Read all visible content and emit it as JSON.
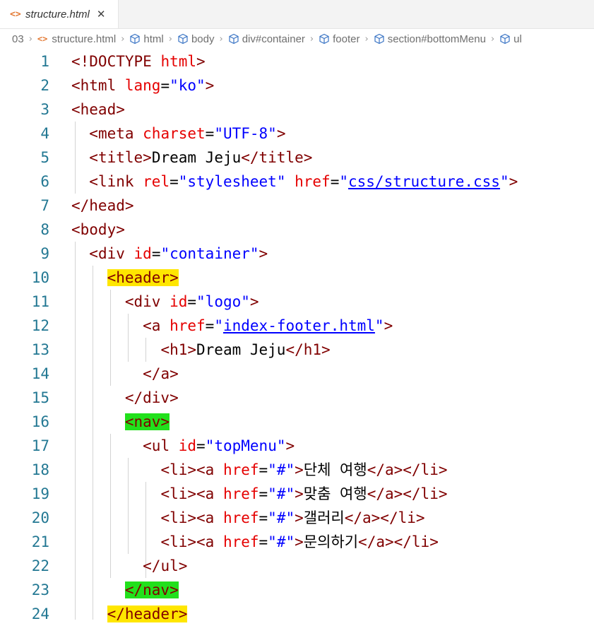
{
  "tab": {
    "title": "structure.html",
    "icon": "html-file-icon",
    "close_glyph": "✕"
  },
  "breadcrumb": {
    "items": [
      "03",
      "structure.html",
      "html",
      "body",
      "div#container",
      "footer",
      "section#bottomMenu",
      "ul"
    ]
  },
  "editor": {
    "line_numbers": [
      "1",
      "2",
      "3",
      "4",
      "5",
      "6",
      "7",
      "8",
      "9",
      "10",
      "11",
      "12",
      "13",
      "14",
      "15",
      "16",
      "17",
      "18",
      "19",
      "20",
      "21",
      "22",
      "23",
      "24"
    ],
    "lines": {
      "l1": {
        "p1": "<!DOCTYPE ",
        "p2": "html",
        "p3": ">"
      },
      "l2": {
        "p1": "<html",
        "p2": " lang",
        "p3": "=",
        "p4": "\"ko\"",
        "p5": ">"
      },
      "l3": {
        "p1": "<head>"
      },
      "l4": {
        "p1": "<meta",
        "p2": " charset",
        "p3": "=",
        "p4": "\"UTF-8\"",
        "p5": ">"
      },
      "l5": {
        "p1": "<title>",
        "p2": "Dream Jeju",
        "p3": "</title>"
      },
      "l6": {
        "p1": "<link",
        "p2": " rel",
        "p3": "=",
        "p4": "\"stylesheet\"",
        "p5": " href",
        "p6": "=",
        "p7": "\"",
        "p8": "css/structure.css",
        "p9": "\"",
        "p10": ">"
      },
      "l7": {
        "p1": "</head>"
      },
      "l8": {
        "p1": "<body>"
      },
      "l9": {
        "p1": "<div",
        "p2": " id",
        "p3": "=",
        "p4": "\"container\"",
        "p5": ">"
      },
      "l10": {
        "p1": "<header>"
      },
      "l11": {
        "p1": "<div",
        "p2": " id",
        "p3": "=",
        "p4": "\"logo\"",
        "p5": ">"
      },
      "l12": {
        "p1": "<a",
        "p2": " href",
        "p3": "=",
        "p4": "\"",
        "p5": "index-footer.html",
        "p6": "\"",
        "p7": ">"
      },
      "l13": {
        "p1": "<h1>",
        "p2": "Dream Jeju",
        "p3": "</h1>"
      },
      "l14": {
        "p1": "</a>"
      },
      "l15": {
        "p1": "</div>"
      },
      "l16": {
        "p1": "<nav>"
      },
      "l17": {
        "p1": "<ul",
        "p2": " id",
        "p3": "=",
        "p4": "\"topMenu\"",
        "p5": ">"
      },
      "l18": {
        "p1": "<li><a",
        "p2": " href",
        "p3": "=",
        "p4": "\"#\"",
        "p5": ">",
        "p6": "단체 여행",
        "p7": "</a></li>"
      },
      "l19": {
        "p1": "<li><a",
        "p2": " href",
        "p3": "=",
        "p4": "\"#\"",
        "p5": ">",
        "p6": "맞춤 여행",
        "p7": "</a></li>"
      },
      "l20": {
        "p1": "<li><a",
        "p2": " href",
        "p3": "=",
        "p4": "\"#\"",
        "p5": ">",
        "p6": "갤러리",
        "p7": "</a></li>"
      },
      "l21": {
        "p1": "<li><a",
        "p2": " href",
        "p3": "=",
        "p4": "\"#\"",
        "p5": ">",
        "p6": "문의하기",
        "p7": "</a></li>"
      },
      "l22": {
        "p1": "</ul>"
      },
      "l23": {
        "p1": "</nav>"
      },
      "l24": {
        "p1": "</header>"
      }
    }
  },
  "colors": {
    "tag": "#800000",
    "attribute": "#e50000",
    "string": "#0000ff",
    "line_number": "#237893",
    "highlight_header": "#ffe600",
    "highlight_nav": "#22e01c"
  }
}
